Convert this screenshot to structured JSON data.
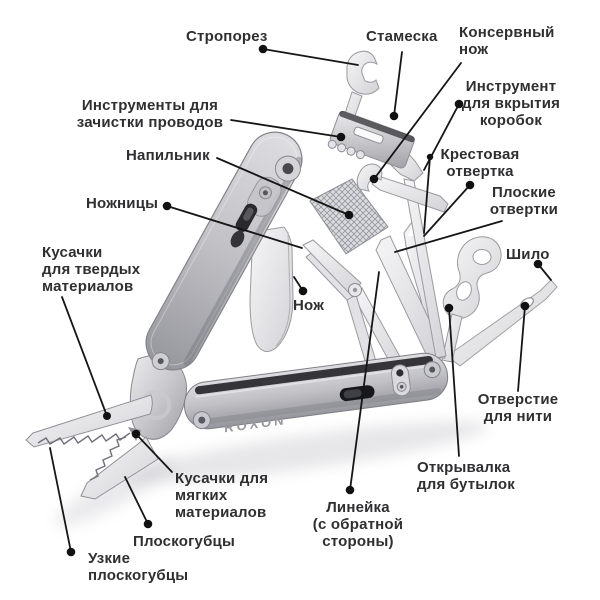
{
  "diagram": {
    "brand": "ROXON",
    "subject": "multitool-anatomy",
    "labels": {
      "strap_cutter": {
        "text": "Стропорез"
      },
      "chisel": {
        "text": "Стамеска"
      },
      "can_opener": {
        "text": "Консервный\nнож"
      },
      "wire_strippers": {
        "text": "Инструменты для\nзачистки проводов"
      },
      "box_opener": {
        "text": "Инструмент\nдля вкрытия\nкоробок"
      },
      "file": {
        "text": "Напильник"
      },
      "phillips_screwdriver": {
        "text": "Крестовая\nотвертка"
      },
      "scissors": {
        "text": "Ножницы"
      },
      "flat_screwdrivers": {
        "text": "Плоские\nотвертки"
      },
      "hard_wire_cutters": {
        "text": "Кусачки\nдля твердых\nматериалов"
      },
      "awl": {
        "text": "Шило"
      },
      "knife": {
        "text": "Нож"
      },
      "thread_hole": {
        "text": "Отверстие\nдля нити"
      },
      "soft_wire_cutters": {
        "text": "Кусачки для\nмягких\nматериалов"
      },
      "bottle_opener": {
        "text": "Открывалка\nдля бутылок"
      },
      "pliers": {
        "text": "Плоскогубцы"
      },
      "ruler": {
        "text": "Линейка\n(с обратной\nстороны)"
      },
      "narrow_pliers": {
        "text": "Узкие\nплоскогубцы"
      }
    },
    "colors": {
      "label_text": "#2f2f31",
      "leader_line": "#161616",
      "metal_light": "#ececee",
      "metal_mid": "#c3c3c8",
      "metal_dark": "#8f8f96",
      "hardware_dark": "#232327",
      "background": "#ffffff"
    }
  }
}
